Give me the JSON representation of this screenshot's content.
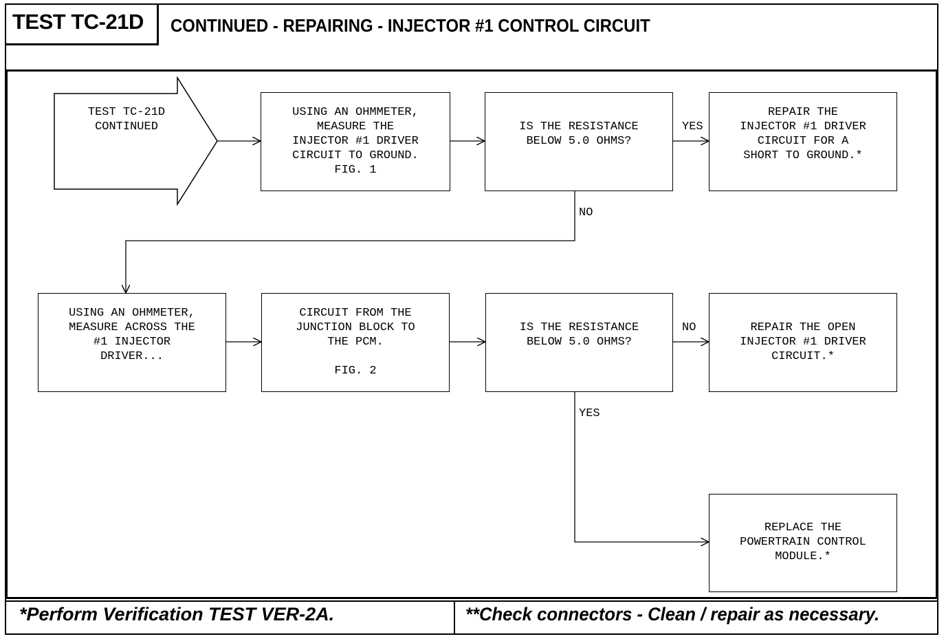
{
  "header": {
    "test_id": "TEST TC-21D",
    "title": "CONTINUED - REPAIRING - INJECTOR #1 CONTROL CIRCUIT"
  },
  "flow": {
    "start": "TEST TC-21D\nCONTINUED",
    "step1": "USING AN OHMMETER,\nMEASURE THE\nINJECTOR #1 DRIVER\nCIRCUIT TO GROUND.\nFIG. 1",
    "question1": "IS THE RESISTANCE\nBELOW 5.0 OHMS?",
    "result1_yes": "REPAIR THE\nINJECTOR #1 DRIVER\nCIRCUIT FOR A\nSHORT TO GROUND.*",
    "step2": "USING AN OHMMETER,\nMEASURE ACROSS THE\n#1 INJECTOR\nDRIVER...",
    "step3": "CIRCUIT FROM THE\nJUNCTION BLOCK TO\nTHE PCM.\n\nFIG. 2",
    "question2": "IS THE RESISTANCE\nBELOW 5.0 OHMS?",
    "result2_no": "REPAIR THE OPEN\nINJECTOR #1 DRIVER\nCIRCUIT.*",
    "result2_yes": "REPLACE THE\nPOWERTRAIN CONTROL\nMODULE.*",
    "label_yes1": "YES",
    "label_no1": "NO",
    "label_no2": "NO",
    "label_yes2": "YES"
  },
  "footer": {
    "left_note": "*Perform Verification TEST VER-2A.",
    "right_note": "**Check connectors - Clean / repair as necessary."
  }
}
